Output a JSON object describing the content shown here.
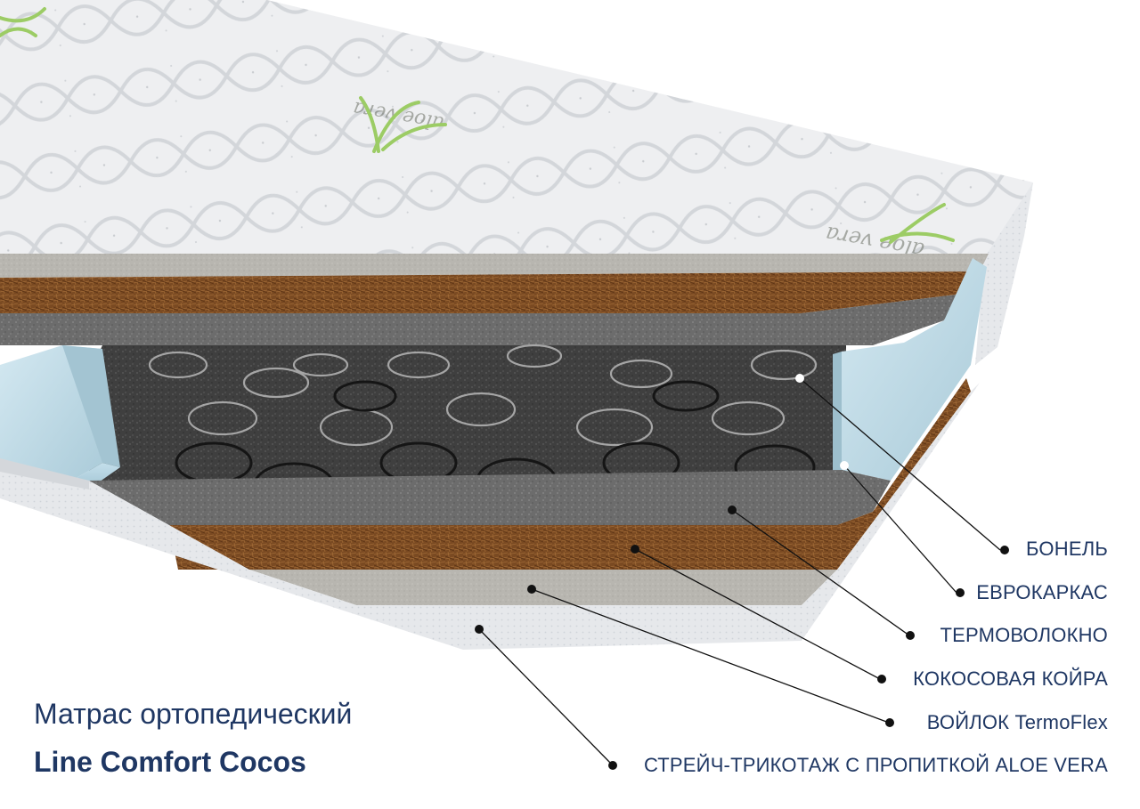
{
  "title": {
    "line1": "Матрас ортопедический",
    "line2": "Line Comfort Cocos"
  },
  "layers": [
    {
      "label": "БОНЕЛЬ"
    },
    {
      "label": "ЕВРОКАРКАС"
    },
    {
      "label": "ТЕРМОВОЛОКНО"
    },
    {
      "label": "КОКОСОВАЯ КОЙРА"
    },
    {
      "label": "ВОЙЛОК TermoFlex"
    },
    {
      "label": "СТРЕЙЧ-ТРИКОТАЖ С ПРОПИТКОЙ ALOE VERA"
    }
  ],
  "cover_print": "aloe vera",
  "colors": {
    "text": "#1f3763",
    "coconut": "#7a4a22",
    "felt": "#b9b7b1",
    "fiber": "#6f6f6f",
    "foam": "#bcd9e6",
    "springs": "#4a4a4a",
    "cover": "#eef0f2"
  },
  "icons": [
    "aloe-leaf-icon",
    "spring-coil-icon",
    "leader-dot-icon"
  ]
}
